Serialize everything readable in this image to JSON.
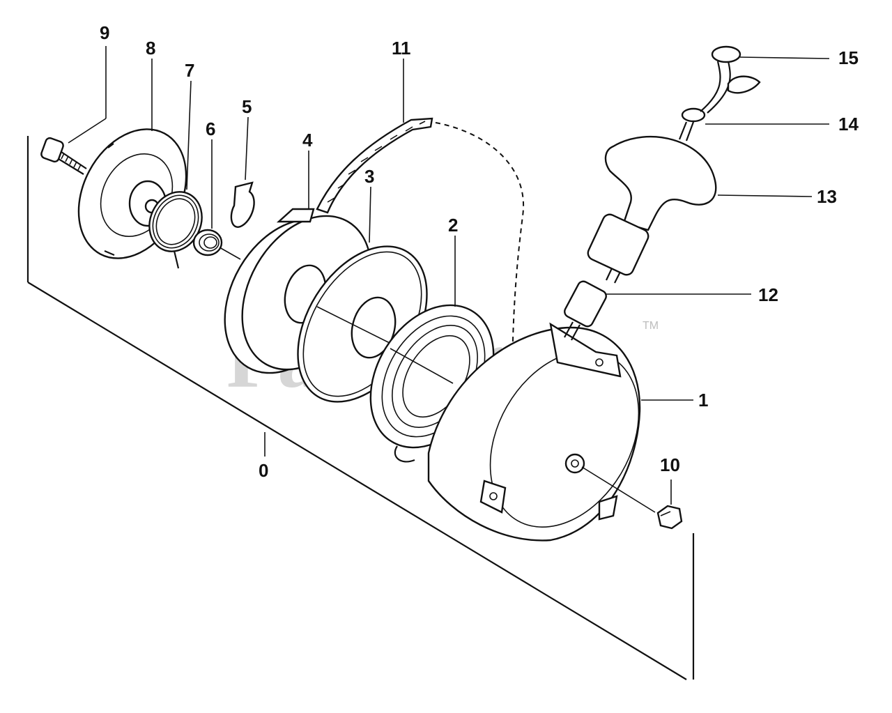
{
  "watermark": {
    "text": "PartsTree",
    "trademark": "TM"
  },
  "callouts": {
    "c0": "0",
    "c1": "1",
    "c2": "2",
    "c3": "3",
    "c4": "4",
    "c5": "5",
    "c6": "6",
    "c7": "7",
    "c8": "8",
    "c9": "9",
    "c10": "10",
    "c11": "11",
    "c12": "12",
    "c13": "13",
    "c14": "14",
    "c15": "15"
  }
}
